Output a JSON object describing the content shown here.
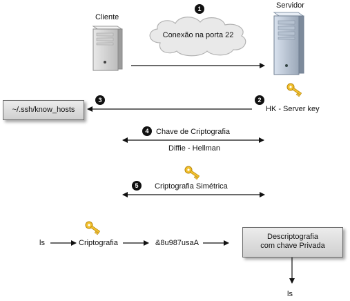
{
  "diagram": {
    "client_label": "Cliente",
    "server_label": "Servidor",
    "cloud_label": "Conexão na porta 22",
    "known_hosts_box": "~/.ssh/know_hosts",
    "server_key_label": "HK - Server key",
    "diffie_title": "Chave de Criptografia",
    "diffie_subtitle": "Diffie - Hellman",
    "symmetric_label": "Criptografia Simétrica",
    "flow": {
      "input": "ls",
      "encrypt_step": "Criptografia",
      "ciphertext": "&8u987usaA",
      "decrypt_line1": "Descriptografia",
      "decrypt_line2": "com chave Privada",
      "output": "ls"
    },
    "steps": [
      "1",
      "2",
      "3",
      "4",
      "5"
    ],
    "colors": {
      "key": "#f2c12e",
      "cloud": "#e9e9e9",
      "box": "#d9d9d9"
    }
  }
}
